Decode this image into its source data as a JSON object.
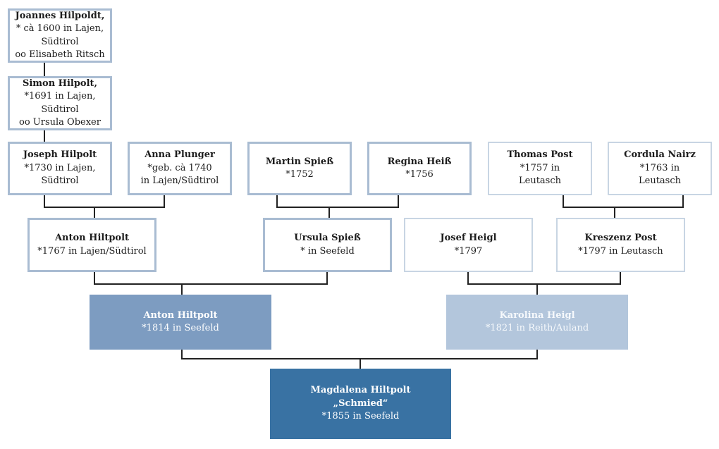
{
  "people": {
    "joannes": {
      "name": "Joannes Hilpoldt,",
      "line1": "* cà 1600 in Lajen,",
      "line2": "Südtirol",
      "line3": "oo Elisabeth Ritsch"
    },
    "simon": {
      "name": "Simon Hilpolt,",
      "line1": "*1691 in Lajen,",
      "line2": "Südtirol",
      "line3": "oo Ursula Obexer"
    },
    "joseph": {
      "name": "Joseph Hilpolt",
      "line1": "*1730 in Lajen,",
      "line2": "Südtirol"
    },
    "anna": {
      "name": "Anna Plunger",
      "line1": "*geb. cà 1740",
      "line2": "in Lajen/Südtirol"
    },
    "martin": {
      "name": "Martin Spieß",
      "line1": "*1752"
    },
    "regina": {
      "name": "Regina Heiß",
      "line1": "*1756"
    },
    "thomas": {
      "name": "Thomas Post",
      "line1": "*1757 in",
      "line2": "Leutasch"
    },
    "cordula": {
      "name": "Cordula Nairz",
      "line1": "*1763 in",
      "line2": "Leutasch"
    },
    "anton1767": {
      "name": "Anton Hiltpolt",
      "line1": "*1767 in Lajen/Südtirol"
    },
    "ursula": {
      "name": "Ursula Spieß",
      "line1": "* in Seefeld"
    },
    "josef": {
      "name": "Josef Heigl",
      "line1": "*1797"
    },
    "kreszenz": {
      "name": "Kreszenz Post",
      "line1": "*1797 in Leutasch"
    },
    "anton1814": {
      "name": "Anton Hiltpolt",
      "line1": "*1814 in Seefeld"
    },
    "karolina": {
      "name": "Karolina Heigl",
      "line1": "*1821 in Reith/Auland"
    },
    "magdalena": {
      "name": "Magdalena Hiltpolt",
      "line1": "„Schmied“",
      "line2": "*1855 in Seefeld"
    }
  },
  "colors": {
    "connector": "#222222",
    "border_dark": "#a9bcd2",
    "border_light": "#c8d5e3",
    "fill_anton_1814": "#7d9cc1",
    "fill_karolina": "#b3c6dc",
    "fill_magdalena": "#3972a3"
  }
}
